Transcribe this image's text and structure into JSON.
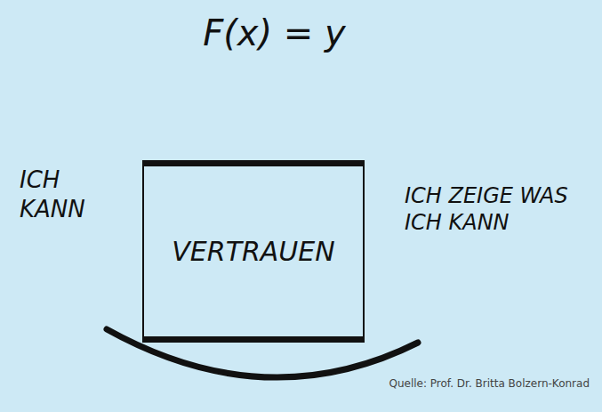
{
  "diagram": {
    "title": "F(x) = y",
    "nodes": [
      {
        "text": [
          "VERTRAUEN"
        ]
      }
    ],
    "labels": [
      "ICH KANN",
      "ICH ZEIGE WAS ICH KANN",
      "Quelle: Prof. Dr. Britta Bolzern-Konrad"
    ]
  }
}
